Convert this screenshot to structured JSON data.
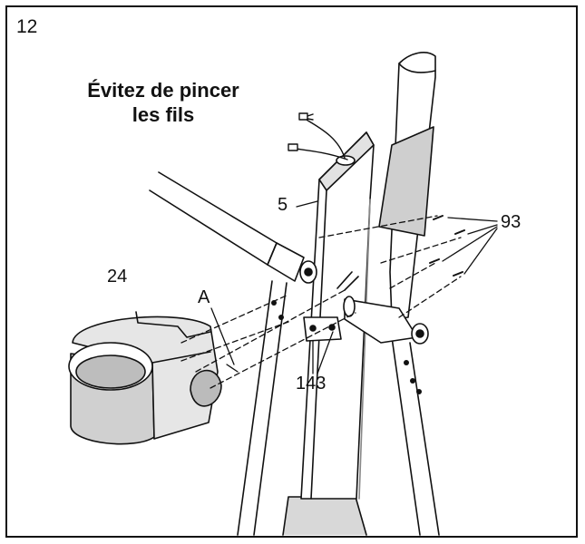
{
  "step": {
    "number": "12"
  },
  "warning": {
    "line1": "Évitez de pincer",
    "line2": "les fils"
  },
  "callouts": {
    "upright": "5",
    "bolts": "93",
    "tray": "24",
    "hole": "A",
    "bracket": "143"
  },
  "colors": {
    "line": "#111111",
    "shade": "#d4d4d4",
    "shade_dark": "#a8a8a8",
    "paper": "#ffffff"
  }
}
